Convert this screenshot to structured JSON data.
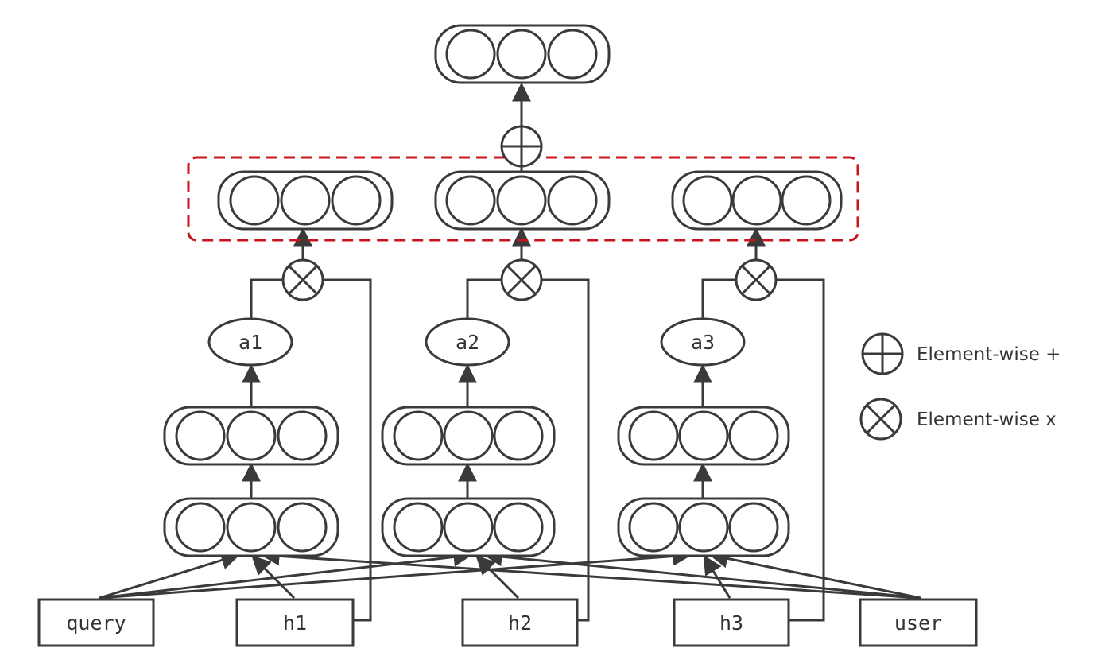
{
  "inputs": {
    "query": "query",
    "h1": "h1",
    "h2": "h2",
    "h3": "h3",
    "user": "user"
  },
  "attention": {
    "a1": "a1",
    "a2": "a2",
    "a3": "a3"
  },
  "legend": {
    "plus": "Element-wise +",
    "times": "Element-wise x"
  },
  "colors": {
    "ink": "#3a3a3a",
    "highlight_dashed": "#c8141e"
  }
}
